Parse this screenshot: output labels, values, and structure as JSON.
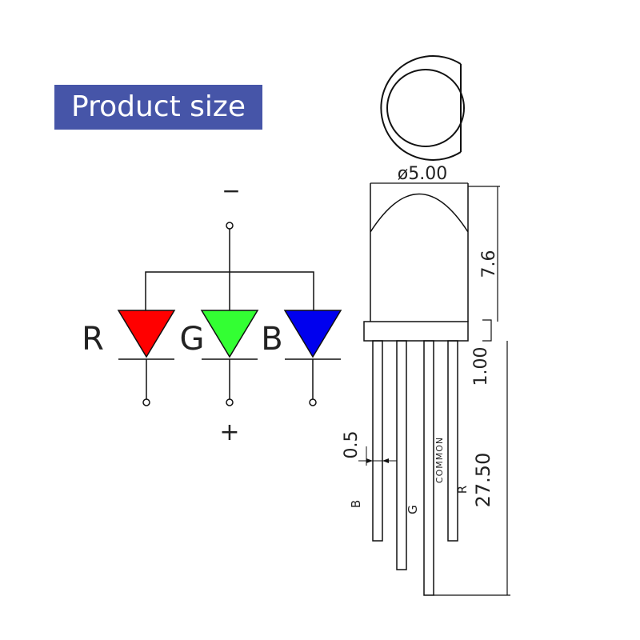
{
  "title": "Product size",
  "colors": {
    "badge": "#4655a8",
    "red": "#ff0000",
    "green": "#33ff33",
    "blue": "#0000ee",
    "line": "#111111"
  },
  "schematic": {
    "minus": "−",
    "plus": "+",
    "led_r": "R",
    "led_g": "G",
    "led_b": "B"
  },
  "dimensions": {
    "diameter": "ø5.00",
    "body_height": "7.6",
    "flange": "1.00",
    "pin_width": "0.5",
    "lead_length": "27.50"
  },
  "pins": {
    "b": "B",
    "g": "G",
    "common": "COMMON",
    "r": "R"
  }
}
